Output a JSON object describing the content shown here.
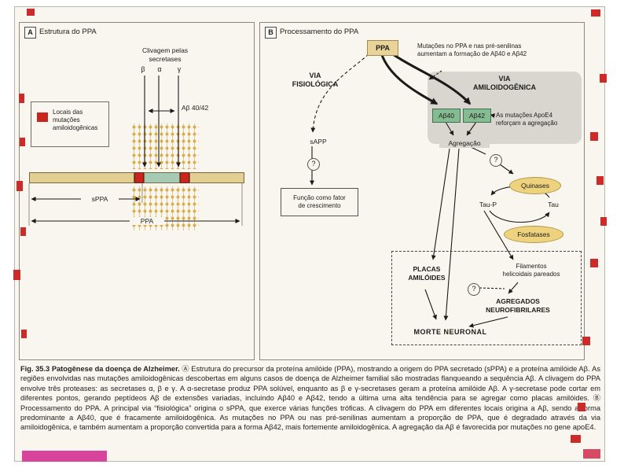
{
  "panel_a": {
    "tag": "A",
    "title": "Estrutura do PPA",
    "cleavage_l1": "Clivagem pelas",
    "cleavage_l2": "secretases",
    "beta": "β",
    "alpha": "α",
    "gamma": "γ",
    "abeta_label": "Aβ 40/42",
    "legend_text": "Locais das mutações amiloidogênicas",
    "sppa": "sPPA",
    "ppa": "PPA"
  },
  "panel_b": {
    "tag": "B",
    "title": "Processamento do PPA",
    "ppa_box": "PPA",
    "note_l1": "Mutações no PPA e nas pré-senilinas",
    "note_l2": "aumentam a formação de Aβ40 e Aβ42",
    "via_f_l1": "VIA",
    "via_f_l2": "FISIOLÓGICA",
    "via_a_l1": "VIA",
    "via_a_l2": "AMILOIDOGÊNICA",
    "sapp": "sAPP",
    "question": "?",
    "funcao_l1": "Função como fator",
    "funcao_l2": "de crescimento",
    "ab40": "Aβ40",
    "ab42": "Aβ42",
    "apoe_l1": "As mutações ApoE4",
    "apoe_l2": "reforçam a agregação",
    "agregacao": "Agregação",
    "quinases": "Quinases",
    "tau_p": "Tau-P",
    "tau": "Tau",
    "fosfatases": "Fosfatases",
    "placas_l1": "PLACAS",
    "placas_l2": "AMILÓIDES",
    "fil_l1": "Filamentos",
    "fil_l2": "helicoidais pareados",
    "agr_l1": "AGREGADOS",
    "agr_l2": "NEUROFIBRILARES",
    "morte": "MORTE NEURONAL"
  },
  "caption": {
    "fig_label": "Fig. 35.3",
    "fig_title": "Patogênese da doença de Alzheimer.",
    "body": "Ⓐ Estrutura do precursor da proteína amilóide (PPA), mostrando a origem do PPA secretado (sPPA) e a proteína amilóide Aβ. As regiões envolvidas nas mutações amiloidogênicas descobertas em alguns casos de doença de Alzheimer familial são mostradas flanqueando a sequência Aβ. A clivagem do PPA envolve três proteases: as secretases α, β e γ. A α-secretase produz PPA solúvel, enquanto as β e γ-secretases geram a proteína amilóide Aβ. A γ-secretase pode cortar em diferentes pontos, gerando peptídeos Aβ de extensões variadas, incluindo Aβ40 e Aβ42, tendo a última uma alta tendência para se agregar como placas amilóides. Ⓑ Processamento do PPA. A principal via “fisiológica” origina o sPPA, que exerce várias funções tróficas. A clivagem do PPA em diferentes locais origina a Aβ, sendo a forma predominante a Aβ40, que é fracamente amiloidogênica. As mutações no PPA ou nas pré-senilinas aumentam a proporção de PPA, que é degradado através da via amiloidogênica, e também aumentam a proporção convertida para a forma Aβ42, mais fortemente amiloidogênica. A agregação da Aβ é favorecida por mutações no gene apoE4."
  },
  "colors": {
    "bar_tan": "#e4cf93",
    "abeta_teal": "#a6cab4",
    "mutation_red": "#c9251f",
    "abeta_green_box": "#85bb90",
    "enzyme_oval_yellow": "#eed27d",
    "pathway_gray": "#d8d6cf",
    "scan_mark_red": "#cf2a2a",
    "scan_mark_magenta": "#d8449b"
  }
}
